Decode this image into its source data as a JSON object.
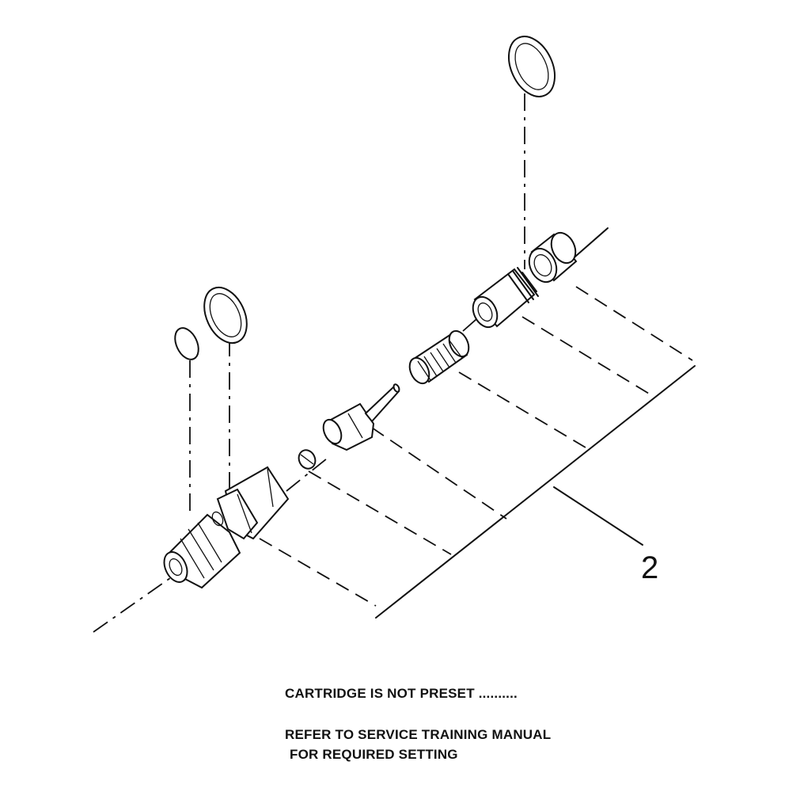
{
  "callouts": {
    "item_2": "2"
  },
  "notes": {
    "line1": "CARTRIDGE IS NOT PRESET ..........",
    "line2": "REFER TO SERVICE TRAINING MANUAL",
    "line3": "FOR REQUIRED SETTING"
  }
}
